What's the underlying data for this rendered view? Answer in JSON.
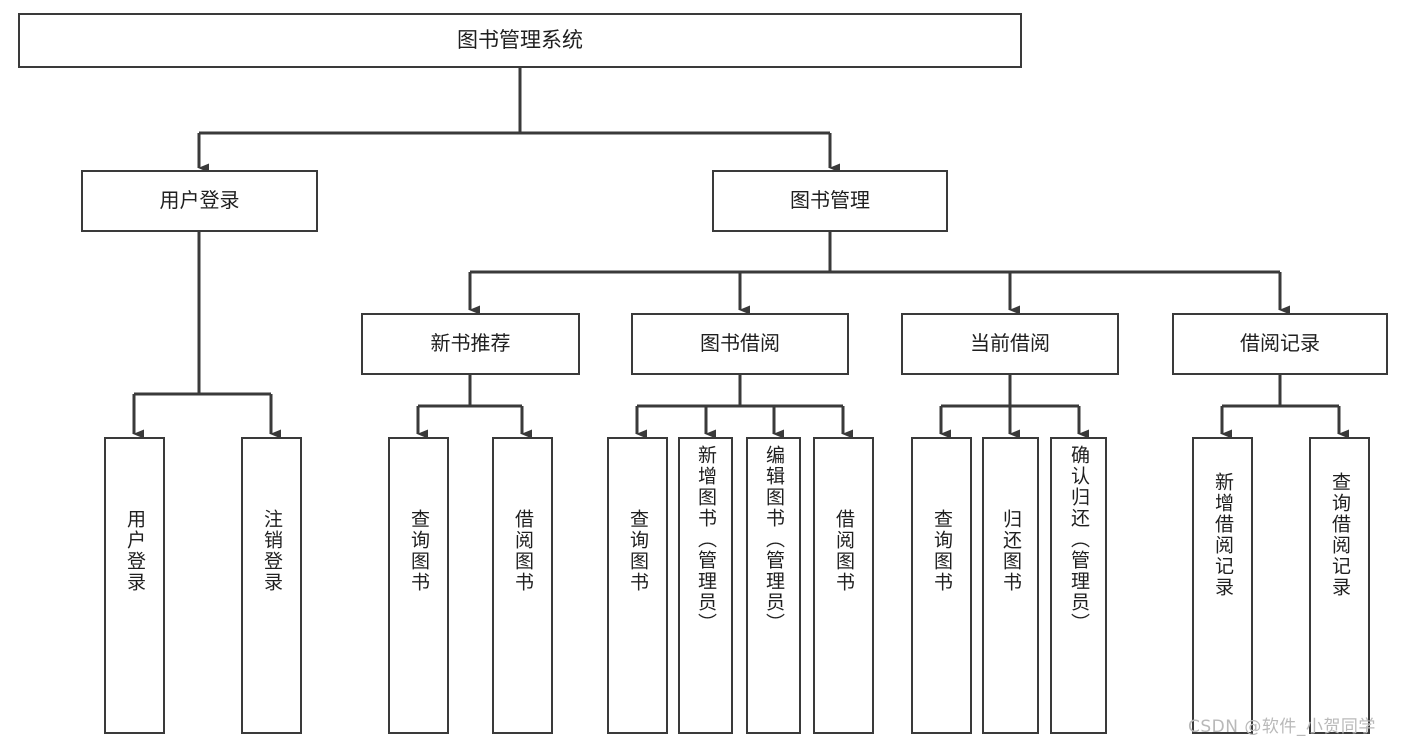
{
  "diagram": {
    "title": "图书管理系统",
    "type": "tree-hierarchy-chart",
    "root": {
      "id": "root",
      "label": "图书管理系统",
      "orientation": "horizontal"
    },
    "level2": [
      {
        "id": "user-login",
        "label": "用户登录",
        "orientation": "horizontal"
      },
      {
        "id": "book-management",
        "label": "图书管理",
        "orientation": "horizontal"
      }
    ],
    "level3": [
      {
        "id": "new-book-recommend",
        "label": "新书推荐",
        "orientation": "horizontal"
      },
      {
        "id": "book-borrow",
        "label": "图书借阅",
        "orientation": "horizontal"
      },
      {
        "id": "current-borrow",
        "label": "当前借阅",
        "orientation": "horizontal"
      },
      {
        "id": "borrow-record",
        "label": "借阅记录",
        "orientation": "horizontal"
      }
    ],
    "leaves": [
      {
        "id": "leaf-user-login",
        "label": "用户登录",
        "orientation": "vertical",
        "parent": "user-login"
      },
      {
        "id": "leaf-logout",
        "label": "注销登录",
        "orientation": "vertical",
        "parent": "user-login"
      },
      {
        "id": "leaf-query-book-1",
        "label": "查询图书",
        "orientation": "vertical",
        "parent": "new-book-recommend"
      },
      {
        "id": "leaf-borrow-book-1",
        "label": "借阅图书",
        "orientation": "vertical",
        "parent": "new-book-recommend"
      },
      {
        "id": "leaf-query-book-2",
        "label": "查询图书",
        "orientation": "vertical",
        "parent": "book-borrow"
      },
      {
        "id": "leaf-add-book",
        "label": "新增图书（管理员）",
        "orientation": "vertical",
        "parent": "book-borrow"
      },
      {
        "id": "leaf-edit-book",
        "label": "编辑图书（管理员）",
        "orientation": "vertical",
        "parent": "book-borrow"
      },
      {
        "id": "leaf-borrow-book-2",
        "label": "借阅图书",
        "orientation": "vertical",
        "parent": "book-borrow"
      },
      {
        "id": "leaf-query-book-3",
        "label": "查询图书",
        "orientation": "vertical",
        "parent": "current-borrow"
      },
      {
        "id": "leaf-return-book",
        "label": "归还图书",
        "orientation": "vertical",
        "parent": "current-borrow"
      },
      {
        "id": "leaf-confirm-return",
        "label": "确认归还（管理员）",
        "orientation": "vertical",
        "parent": "current-borrow"
      },
      {
        "id": "leaf-add-record",
        "label": "新增借阅记录",
        "orientation": "vertical",
        "parent": "borrow-record"
      },
      {
        "id": "leaf-query-record",
        "label": "查询借阅记录",
        "orientation": "vertical",
        "parent": "borrow-record"
      }
    ],
    "colors": {
      "box_border": "#3a3a3a",
      "box_fill": "#ffffff",
      "connector": "#3a3a3a",
      "text": "#1f1f1f",
      "background": "#ffffff",
      "watermark": "#b9b9b9"
    }
  },
  "watermark": {
    "text": "CSDN @软件_小贺同学"
  }
}
